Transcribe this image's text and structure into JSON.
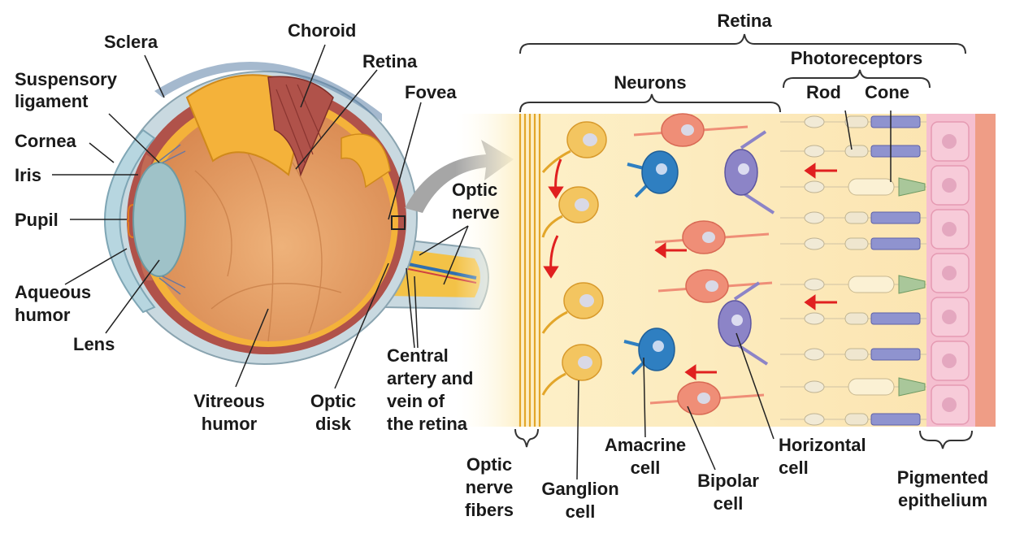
{
  "labels": {
    "sclera": "Sclera",
    "choroid": "Choroid",
    "retina_eye": "Retina",
    "suspensory_1": "Suspensory",
    "suspensory_2": "ligament",
    "fovea": "Fovea",
    "cornea": "Cornea",
    "iris": "Iris",
    "pupil": "Pupil",
    "optic_nerve_1": "Optic",
    "optic_nerve_2": "nerve",
    "aqueous_1": "Aqueous",
    "aqueous_2": "humor",
    "lens": "Lens",
    "central_1": "Central",
    "central_2": "artery and",
    "central_3": "vein of",
    "central_4": "the retina",
    "vitreous_1": "Vitreous",
    "vitreous_2": "humor",
    "optic_disk_1": "Optic",
    "optic_disk_2": "disk",
    "retina_top": "Retina",
    "photoreceptors": "Photoreceptors",
    "neurons": "Neurons",
    "rod": "Rod",
    "cone": "Cone",
    "fibers_1": "Optic",
    "fibers_2": "nerve",
    "fibers_3": "fibers",
    "ganglion_1": "Ganglion",
    "ganglion_2": "cell",
    "amacrine_1": "Amacrine",
    "amacrine_2": "cell",
    "bipolar_1": "Bipolar",
    "bipolar_2": "cell",
    "horizontal_1": "Horizontal",
    "horizontal_2": "cell",
    "pigmented_1": "Pigmented",
    "pigmented_2": "epithelium"
  },
  "colors": {
    "sclera": "#c9d9e0",
    "choroid": "#b0524a",
    "retina": "#f4b23a",
    "vitreous": "#e8a267",
    "lens": "#9fc2c8",
    "optic_nerve": "#f3c247",
    "ganglion_cell": "#f3c560",
    "bipolar_cell": "#ef8e77",
    "amacrine_cell": "#2f7fc1",
    "horizontal_cell": "#8c84c7",
    "pigmented_epithelium": "#f5bfd0",
    "arrow": "#e02020"
  }
}
